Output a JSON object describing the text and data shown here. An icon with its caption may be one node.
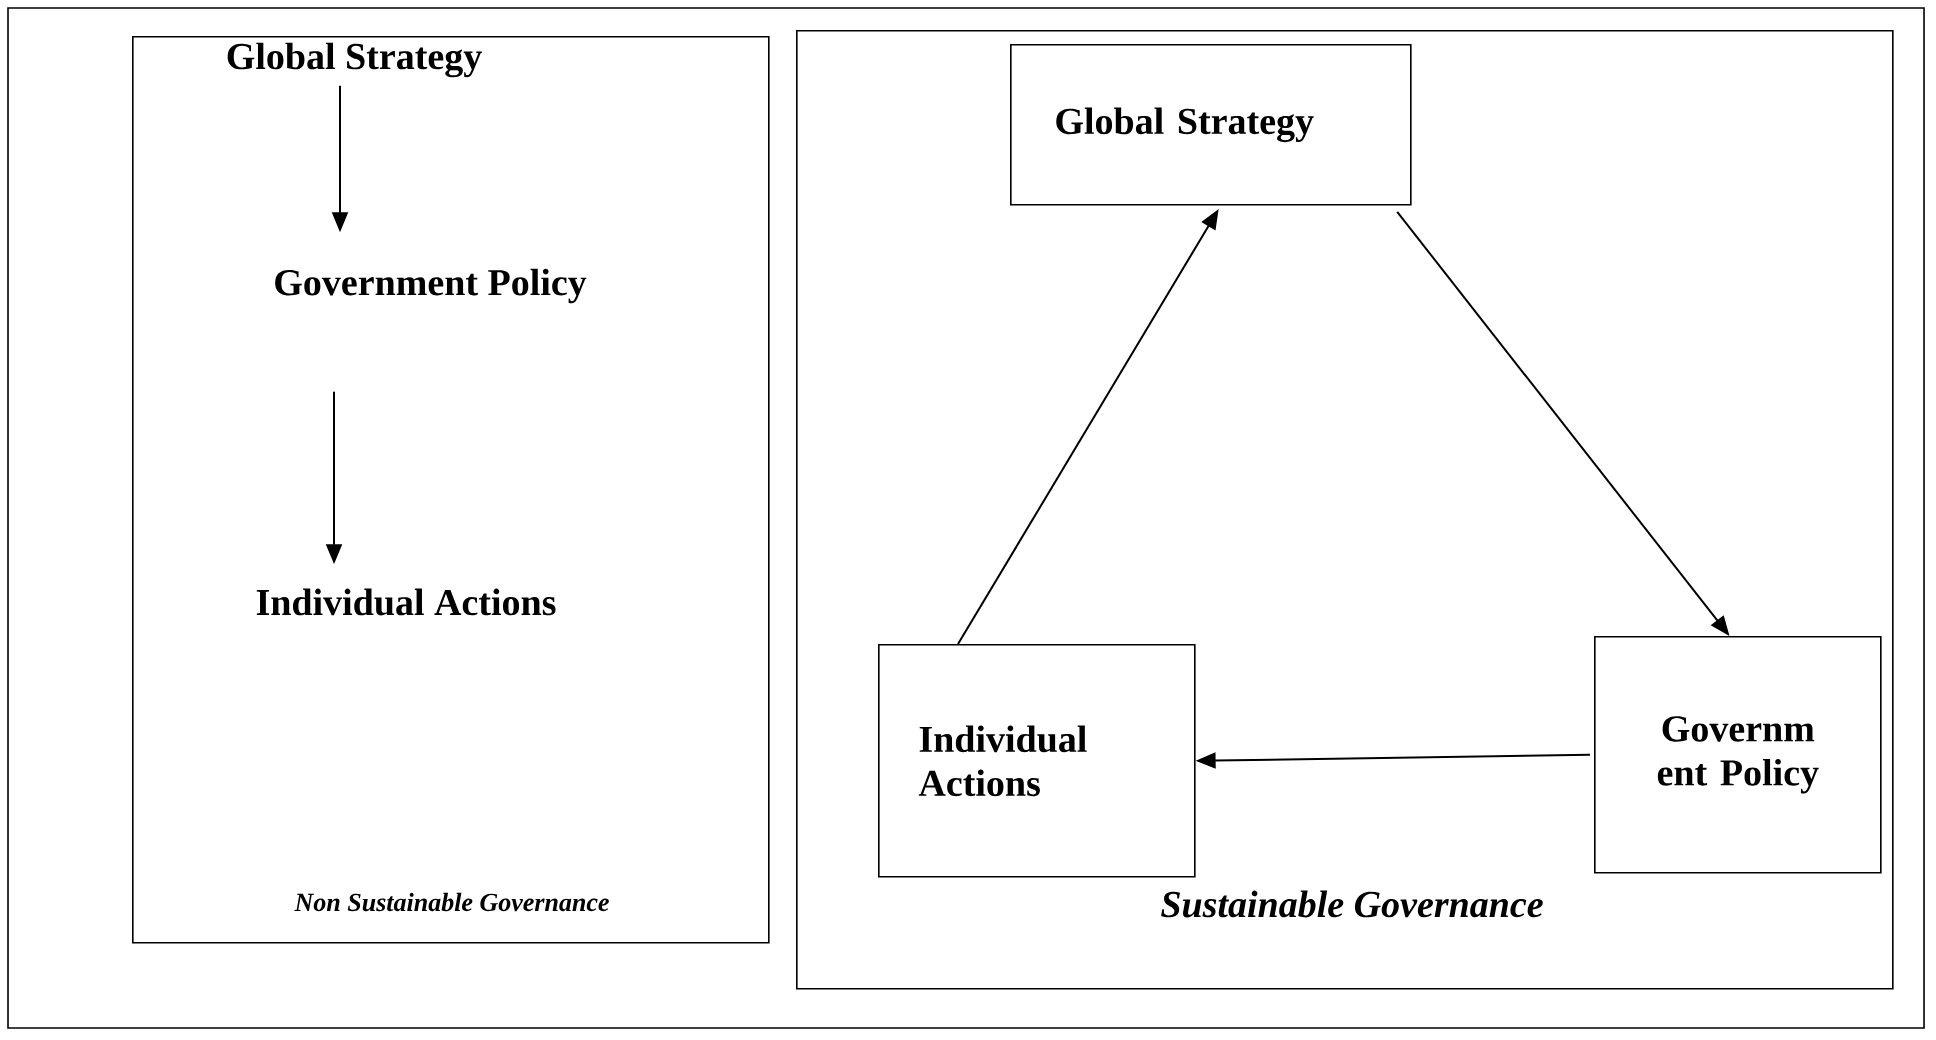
{
  "diagram": {
    "nodes": [
      {
        "text": [
          "Non Sustainable Governance"
        ]
      },
      {
        "text": [
          "Global Strategy"
        ],
        "in": 0
      },
      {
        "text": [
          "Government Policy"
        ],
        "in": 0
      },
      {
        "text": [
          "Individual Actions"
        ],
        "in": 0
      },
      {
        "text": [
          "Sustainable Governance"
        ]
      },
      {
        "text": [
          "Global Strategy"
        ],
        "in": 4
      },
      {
        "text": [
          "Individual Actions"
        ],
        "in": 4
      },
      {
        "text": [
          "Governm ent Policy"
        ],
        "in": 4
      }
    ],
    "edges": [
      {
        "from": 1,
        "to": 2,
        "arrow": "to"
      },
      {
        "from": 2,
        "to": 3,
        "arrow": "to"
      },
      {
        "from": 6,
        "to": 5,
        "arrow": "to"
      },
      {
        "from": 5,
        "to": 7,
        "arrow": "to"
      },
      {
        "from": 7,
        "to": 6,
        "arrow": "to"
      }
    ]
  }
}
